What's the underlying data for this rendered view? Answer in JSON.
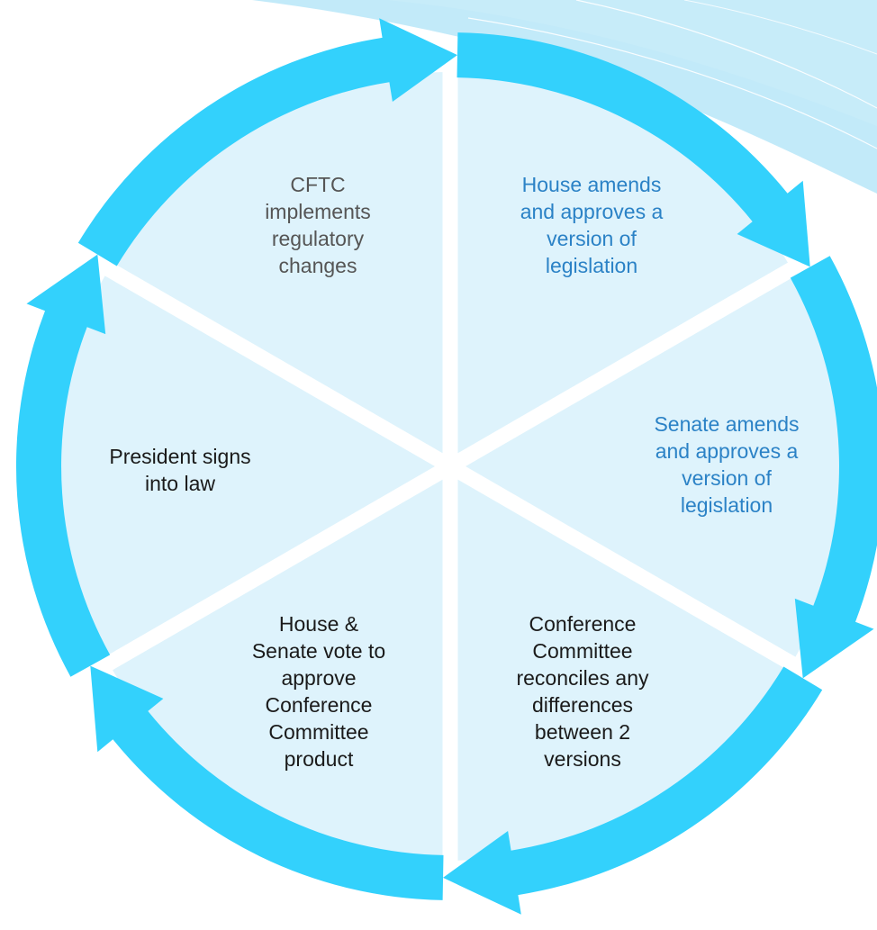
{
  "diagram": {
    "type": "cycle",
    "colors": {
      "arrow": "#33d1fc",
      "segment_fill": "#def3fc",
      "separator": "#ffffff",
      "header_wave": "#aee3f7",
      "text_dark": "#1a1a1a",
      "text_gray": "#555555",
      "text_blue": "#2b82c6"
    },
    "steps": [
      {
        "label": "House amends and approves a version of legislation",
        "lines": [
          "House amends",
          "and approves a",
          "version of",
          "legislation"
        ],
        "color": "blue"
      },
      {
        "label": "Senate amends and approves a version of legislation",
        "lines": [
          "Senate amends",
          "and approves a",
          "version of",
          "legislation"
        ],
        "color": "blue"
      },
      {
        "label": "Conference Committee reconciles any differences between 2 versions",
        "lines": [
          "Conference",
          "Committee",
          "reconciles any",
          "differences",
          "between 2",
          "versions"
        ],
        "color": "dark"
      },
      {
        "label": "House & Senate vote to approve Conference Committee product",
        "lines": [
          "House &",
          "Senate vote to",
          "approve",
          "Conference",
          "Committee",
          "product"
        ],
        "color": "dark"
      },
      {
        "label": "President signs into law",
        "lines": [
          "President signs",
          "into law"
        ],
        "color": "dark"
      },
      {
        "label": "CFTC implements regulatory changes",
        "lines": [
          "CFTC",
          "implements",
          "regulatory",
          "changes"
        ],
        "color": "gray"
      }
    ]
  }
}
